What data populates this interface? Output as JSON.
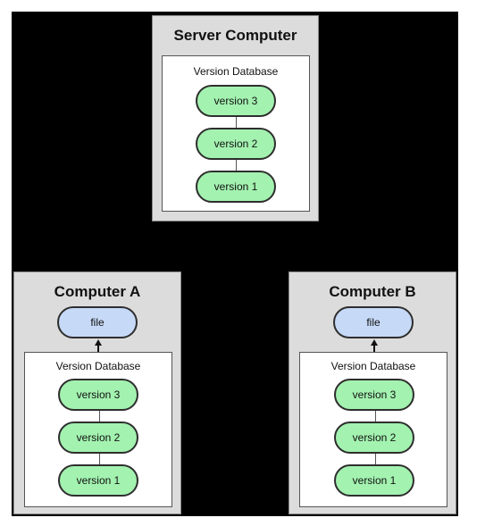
{
  "server": {
    "title": "Server Computer",
    "db_label": "Version Database",
    "versions": [
      "version 3",
      "version 2",
      "version 1"
    ]
  },
  "computer_a": {
    "title": "Computer A",
    "file": "file",
    "db_label": "Version Database",
    "versions": [
      "version 3",
      "version 2",
      "version 1"
    ]
  },
  "computer_b": {
    "title": "Computer B",
    "file": "file",
    "db_label": "Version Database",
    "versions": [
      "version 3",
      "version 2",
      "version 1"
    ]
  },
  "colors": {
    "background": "#000000",
    "machine": "#dcdcdc",
    "version_fill": "#a3f2b0",
    "file_fill": "#c6d9f7"
  }
}
